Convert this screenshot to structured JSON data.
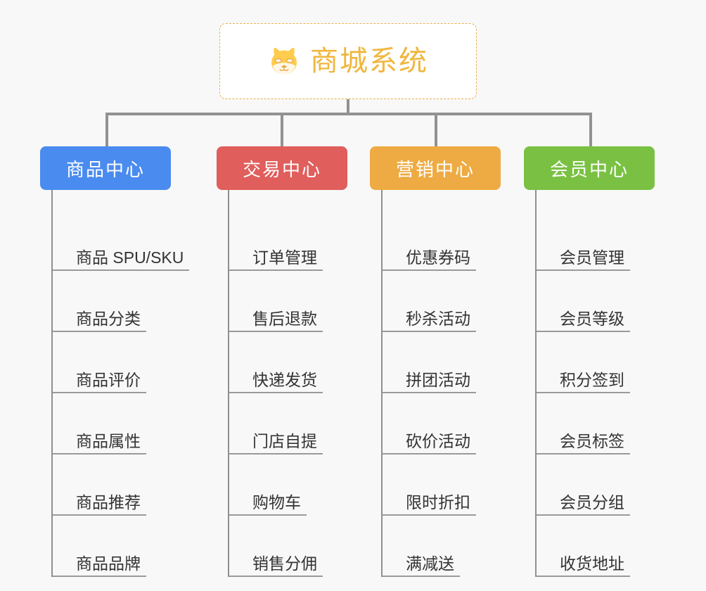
{
  "page": {
    "background_color": "#f8f8f8",
    "type": "org-chart-mindmap"
  },
  "root": {
    "title": "商城系统",
    "icon": "shiba-dog-face-icon",
    "text_color": "#f0b63c",
    "border_color": "#e8b04b",
    "background_color": "#ffffff"
  },
  "columns": [
    {
      "id": "product-center",
      "header": "商品中心",
      "color": "#4a8bf0",
      "items": [
        "商品 SPU/SKU",
        "商品分类",
        "商品评价",
        "商品属性",
        "商品推荐",
        "商品品牌"
      ]
    },
    {
      "id": "trade-center",
      "header": "交易中心",
      "color": "#e05e5c",
      "items": [
        "订单管理",
        "售后退款",
        "快递发货",
        "门店自提",
        "购物车",
        "销售分佣"
      ]
    },
    {
      "id": "marketing-center",
      "header": "营销中心",
      "color": "#eeab43",
      "items": [
        "优惠券码",
        "秒杀活动",
        "拼团活动",
        "砍价活动",
        "限时折扣",
        "满减送"
      ]
    },
    {
      "id": "member-center",
      "header": "会员中心",
      "color": "#7ac143",
      "items": [
        "会员管理",
        "会员等级",
        "积分签到",
        "会员标签",
        "会员分组",
        "收货地址"
      ]
    }
  ],
  "connector": {
    "color": "#929292"
  }
}
